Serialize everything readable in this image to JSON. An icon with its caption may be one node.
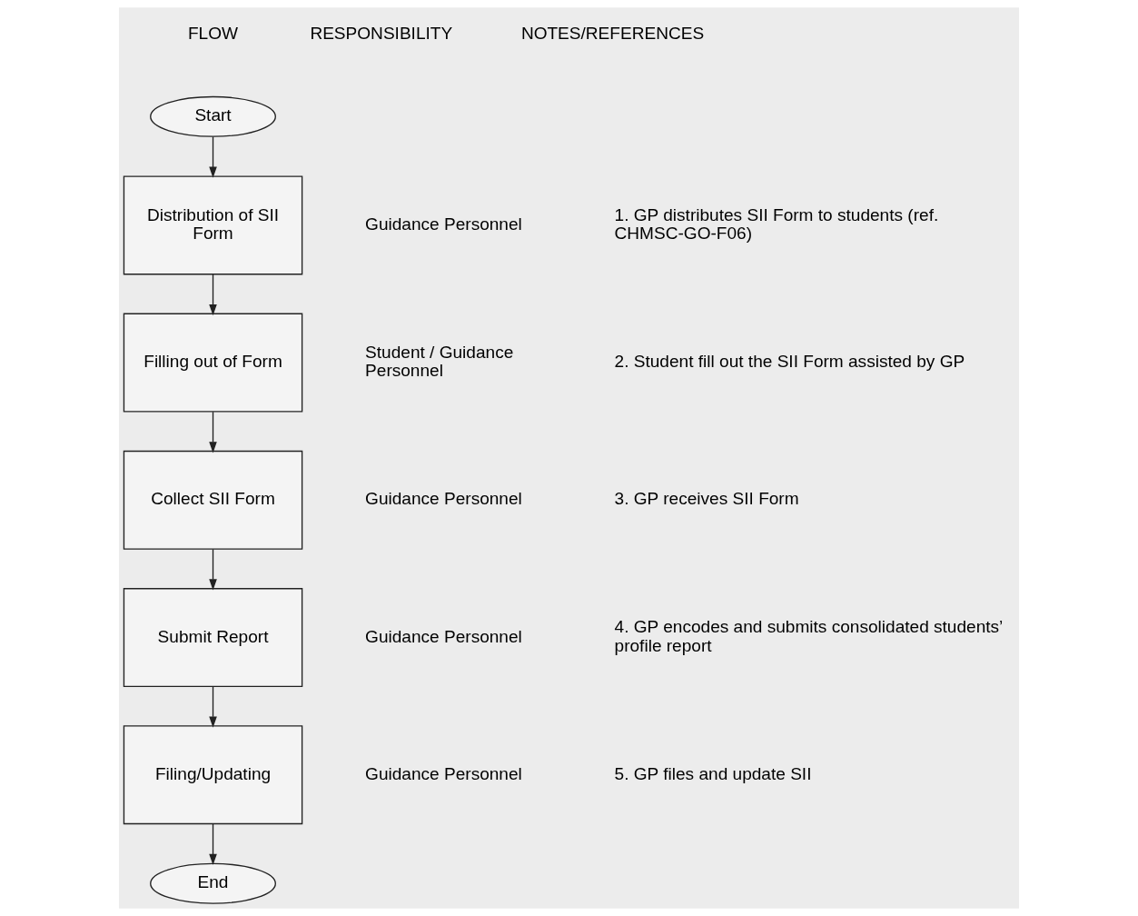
{
  "diagram": {
    "nodes": [
      {
        "text": [
          "Start"
        ]
      },
      {
        "text": [
          "Distribution of SII Form"
        ]
      },
      {
        "text": [
          "Filling out of Form"
        ]
      },
      {
        "text": [
          "Collect SII Form"
        ]
      },
      {
        "text": [
          "Submit Report"
        ]
      },
      {
        "text": [
          "Filing/Updating"
        ]
      },
      {
        "text": [
          "End"
        ]
      }
    ],
    "edges": [
      {
        "from": 0,
        "to": 1,
        "arrow": "to"
      },
      {
        "from": 1,
        "to": 2,
        "arrow": "to"
      },
      {
        "from": 2,
        "to": 3,
        "arrow": "to"
      },
      {
        "from": 3,
        "to": 4,
        "arrow": "to"
      },
      {
        "from": 4,
        "to": 5,
        "arrow": "to"
      },
      {
        "from": 5,
        "to": 6,
        "arrow": "to"
      }
    ],
    "labels": [
      "FLOW",
      "RESPONSIBILITY",
      "NOTES/REFERENCES",
      "Guidance Personnel",
      "1. GP distributes SII Form to students (ref. CHMSC-GO-F06)",
      "Student / Guidance Personnel",
      "2. Student fill out the SII Form assisted by GP",
      "Guidance Personnel",
      "3. GP receives SII Form",
      "Guidance Personnel",
      "4. GP encodes and submits consolidated students’ profile report",
      "Guidance Personnel",
      "5. GP files and update SII"
    ]
  }
}
